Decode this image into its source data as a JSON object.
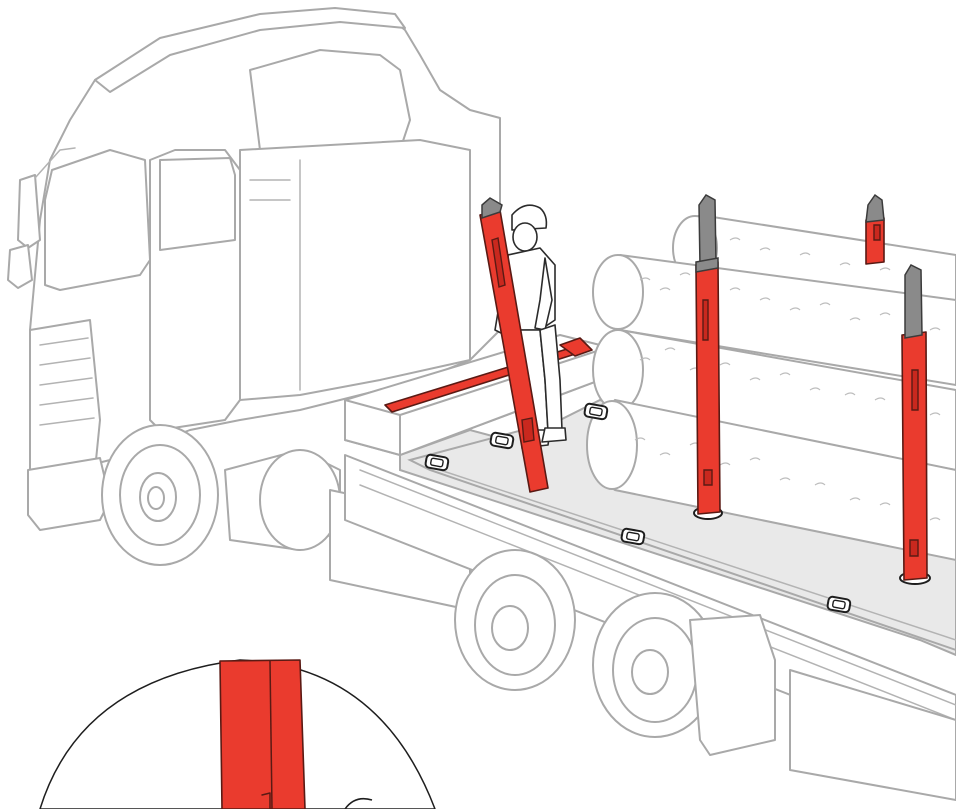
{
  "scene": {
    "colors": {
      "background": "#ffffff",
      "outline": "#a9a9a9",
      "stake_red": "#ea3b2e",
      "stake_cap": "#8a8a8a",
      "deck": "#e9e9e9",
      "socket": "#1e1e1e"
    },
    "stake_count_upright": 3,
    "stake_count_carried": 1,
    "stake_count_in_box": 1,
    "socket_count": 7,
    "log_rows": 3
  }
}
